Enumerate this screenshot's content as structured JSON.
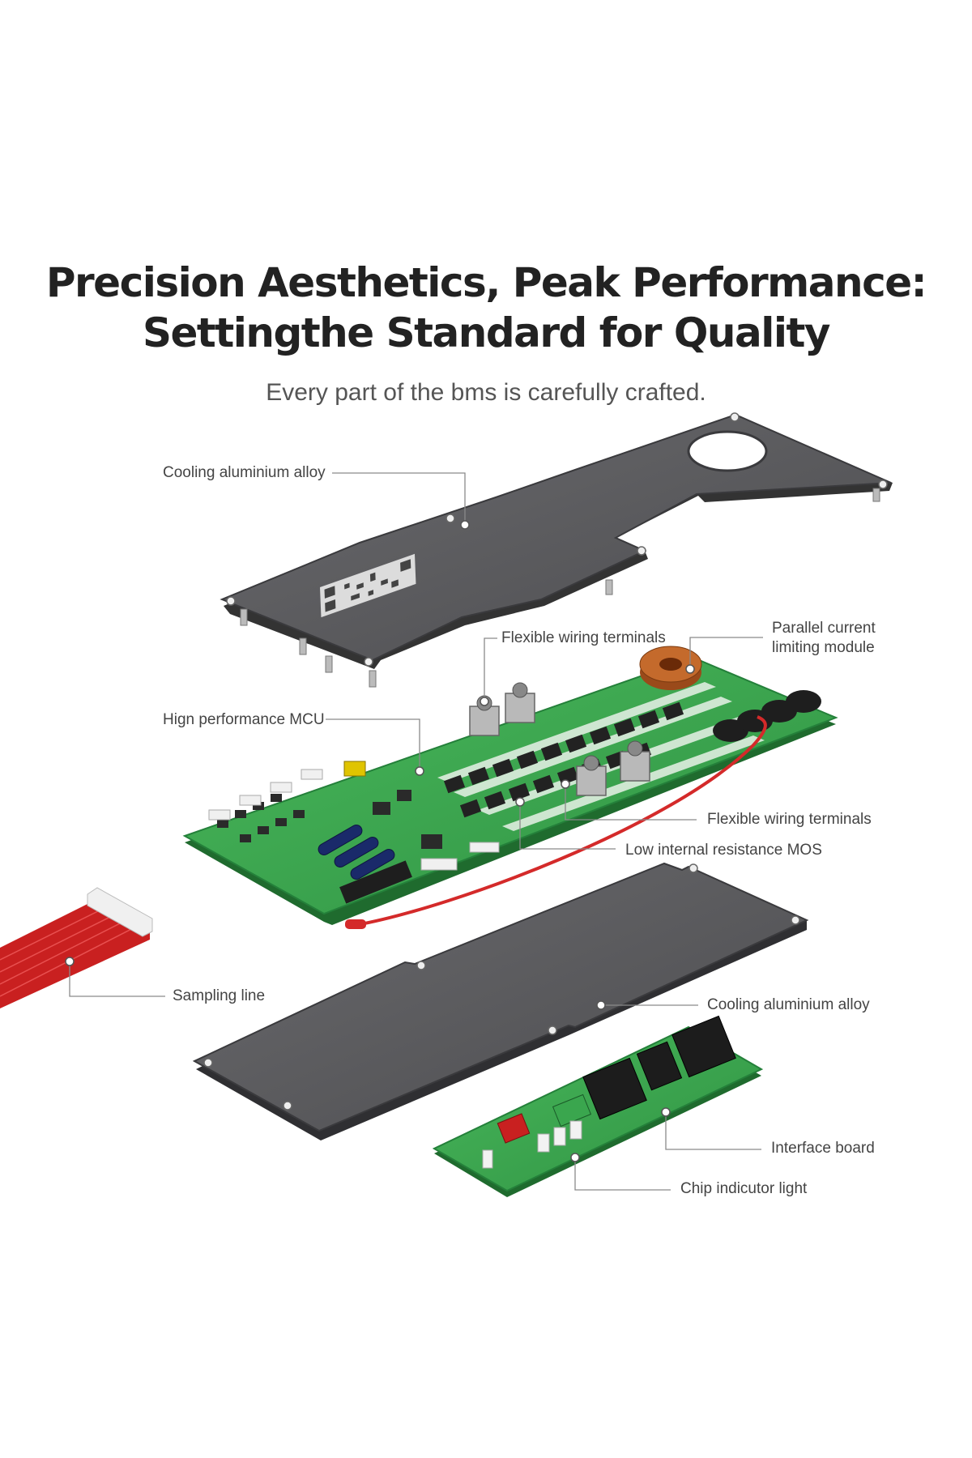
{
  "header": {
    "title_line1": "Precision Aesthetics, Peak Performance:",
    "title_line2": "Settingthe Standard for Quality",
    "subtitle": "Every part of the bms is carefully crafted."
  },
  "callouts": {
    "cooling_top": "Cooling aluminium alloy",
    "flex_terminals_top": "Flexible wiring terminals",
    "parallel_line1": "Parallel current",
    "parallel_line2": "limiting module",
    "mcu": "Hign performance MCU",
    "flex_terminals_mid": "Flexible wiring terminals",
    "mos": "Low internal resistance MOS",
    "sampling": "Sampling line",
    "cooling_bottom": "Cooling aluminium alloy",
    "interface": "Interface board",
    "chip_light": "Chip indicutor light"
  },
  "colors": {
    "plate": "#5b5b5e",
    "pcb": "#3aa64e",
    "cable": "#d42a2a",
    "leader": "#8a8a8a"
  }
}
